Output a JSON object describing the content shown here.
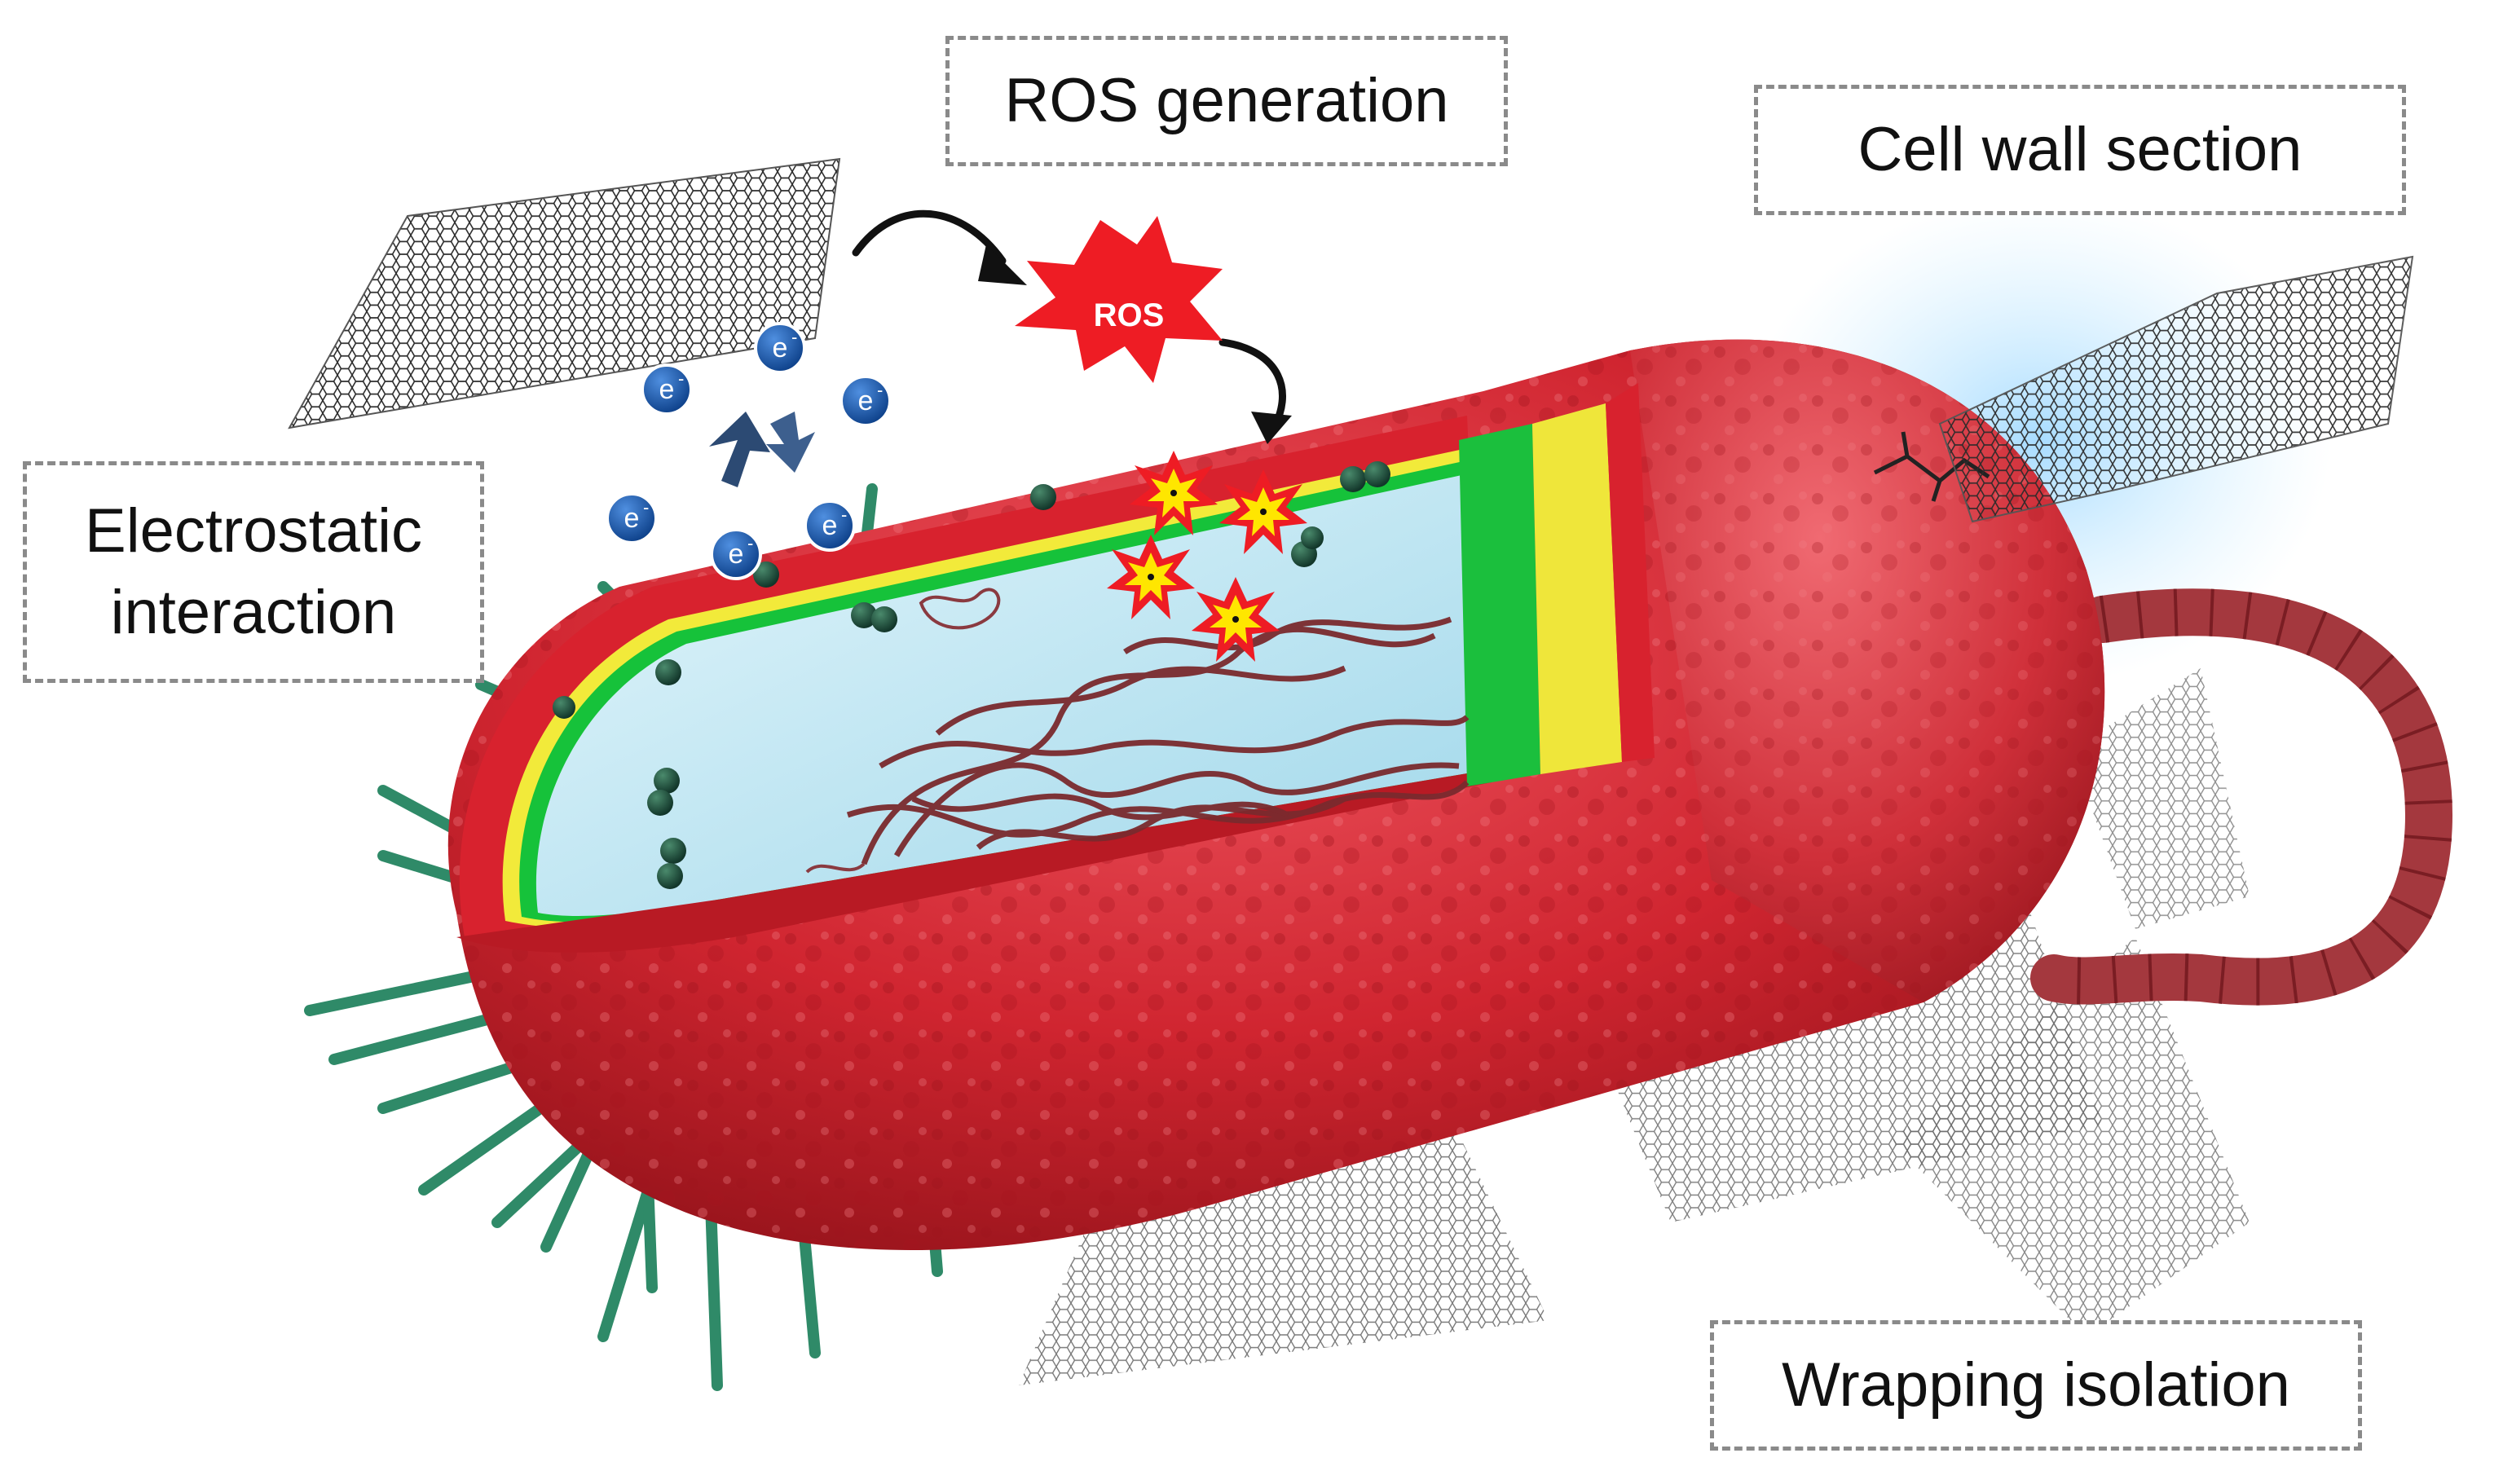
{
  "labels": {
    "ros_generation": "ROS generation",
    "cell_wall_section": "Cell wall section",
    "electrostatic_line1": "Electrostatic",
    "electrostatic_line2": "interaction",
    "wrapping_isolation": "Wrapping isolation"
  },
  "ros_burst_text": "ROS",
  "electron_label": "e",
  "electron_charge": "-",
  "colors": {
    "cell_membrane_red": "#d8222e",
    "cytoplasm_blue": "#bfe8f4",
    "inner_green": "#16c23a",
    "inner_yellow": "#f2ea3a",
    "pili_green": "#2f8a68",
    "electron_blue": "#1556a8",
    "ros_red": "#ee1c24",
    "dna_maroon": "#7a2a2e",
    "graphene_gray": "#3a3a3a"
  }
}
